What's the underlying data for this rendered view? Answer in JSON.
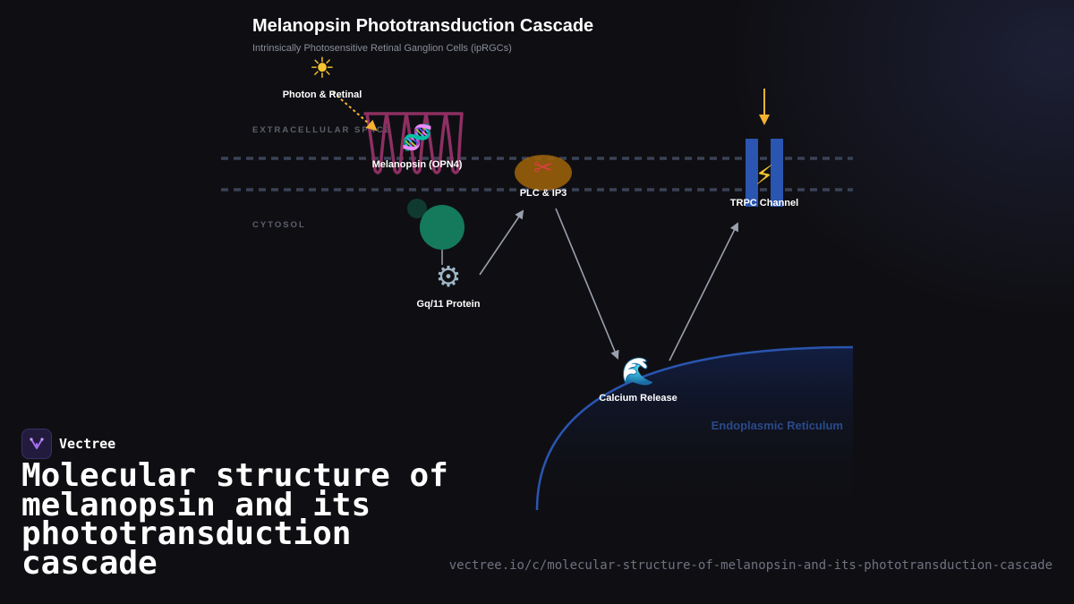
{
  "diagram": {
    "title": "Melanopsin Phototransduction Cascade",
    "subtitle": "Intrinsically Photosensitive Retinal Ganglion Cells (ipRGCs)",
    "regions": {
      "extracellular": "EXTRACELLULAR SPACE",
      "cytosol": "CYTOSOL"
    },
    "nodes": {
      "photon": {
        "icon": "sun-icon",
        "glyph": "☀",
        "label": "Photon & Retinal"
      },
      "melanopsin": {
        "icon": "dna-icon",
        "glyph": "🧬",
        "label": "Melanopsin (OPN4)"
      },
      "gprotein": {
        "icon": "gear-icon",
        "glyph": "⚙",
        "label": "Gq/11 Protein"
      },
      "plc": {
        "icon": "scissors-icon",
        "glyph": "✂",
        "label": "PLC & IP3"
      },
      "calcium": {
        "icon": "wave-icon",
        "glyph": "🌊",
        "label": "Calcium Release"
      },
      "trpc": {
        "icon": "lightning-icon",
        "glyph": "⚡",
        "label": "TRPC Channel"
      }
    },
    "er_label": "Endoplasmic Reticulum",
    "colors": {
      "membrane": "#3a4256",
      "melanopsin": "#8e2f62",
      "gprotein": "#157a5c",
      "plc": "#a0640a",
      "trpc": "#2a55b0",
      "photon_arrow": "#f3b331",
      "arrow": "#9aa0ac",
      "er": "#2a55b0"
    }
  },
  "brand": {
    "name": "Vectree",
    "logo_icon": "vectree-logo-icon"
  },
  "headline": "Molecular structure of melanopsin and its phototransduction cascade",
  "url": "vectree.io/c/molecular-structure-of-melanopsin-and-its-phototransduction-cascade"
}
